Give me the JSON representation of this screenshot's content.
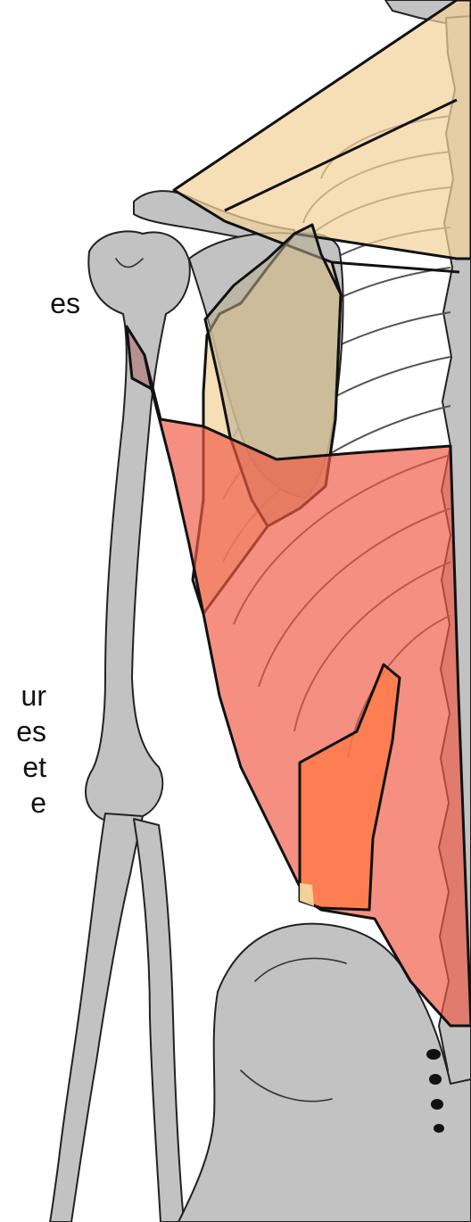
{
  "labels": {
    "fragment_1": "es",
    "fragment_2": "ur",
    "fragment_3": "es",
    "fragment_4": "et",
    "fragment_5": "e"
  },
  "colors": {
    "bone": "#c2c2c2",
    "outline": "#111111",
    "trapezius": "#f2d39a",
    "scapula_overlay": "#b8ad90",
    "latissimus_dorsi": "#f05a45",
    "lower_muscle": "#ff7a45",
    "teres": "#b27a7a",
    "background": "#ffffff"
  },
  "regions": [
    "trapezius",
    "scapula",
    "latissimus-dorsi",
    "lower-back-muscle",
    "teres-muscle",
    "humerus",
    "forearm",
    "pelvis",
    "vertebral-column",
    "rib-cage"
  ]
}
